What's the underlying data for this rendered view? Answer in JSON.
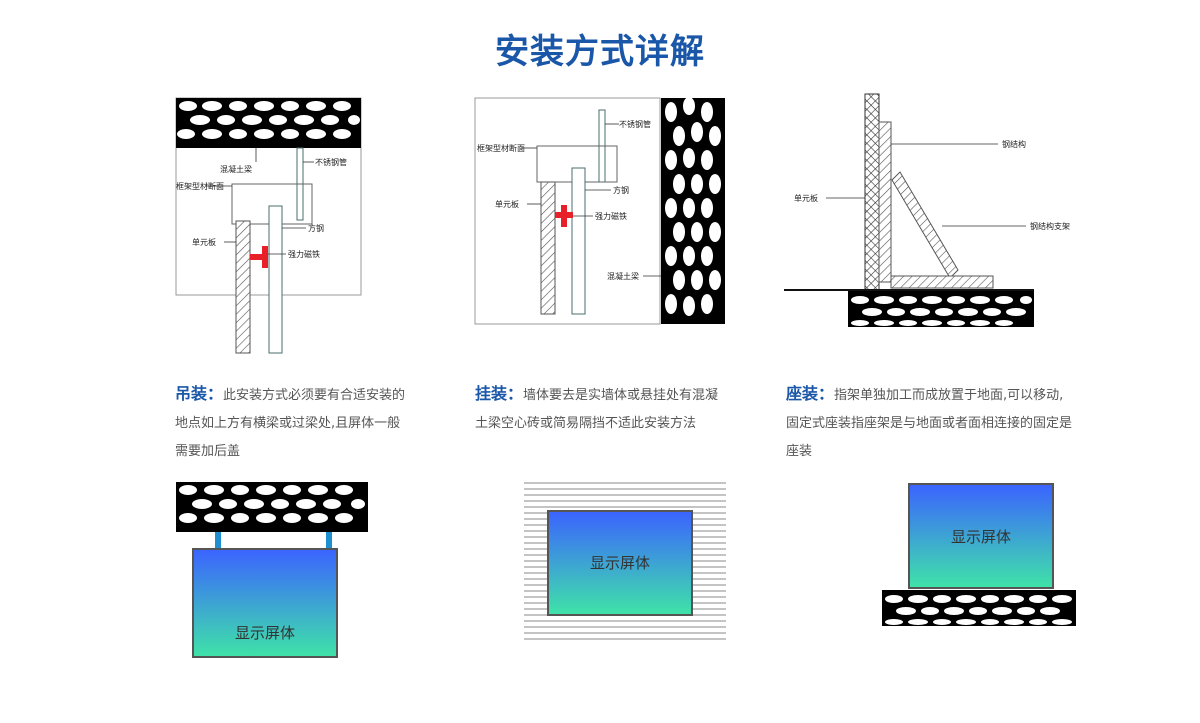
{
  "page": {
    "title": "安装方式详解"
  },
  "colors": {
    "title": "#1a57a8",
    "magnet": "#e8202a",
    "hanger": "#1f8fd0",
    "screen_top": "#3b63ff",
    "screen_bottom": "#3fe3a8"
  },
  "hanging": {
    "caption_title": "吊装：",
    "caption_text": "此安装方式必须要有合适安装的地点如上方有横梁或过梁处,且屏体一般需要加后盖",
    "labels": {
      "beam": "混凝土梁",
      "pipe": "不锈钢管",
      "frame": "框架型材断面",
      "steel": "方钢",
      "panel": "单元板",
      "magnet": "强力磁铁"
    },
    "screen": "显示屏体"
  },
  "wall": {
    "caption_title": "挂装：",
    "caption_text": "墙体要去是实墙体或悬挂处有混凝土梁空心砖或简易隔挡不适此安装方法",
    "labels": {
      "pipe": "不锈钢管",
      "frame": "框架型材断面",
      "steel": "方钢",
      "panel": "单元板",
      "magnet": "强力磁铁",
      "beam": "混凝土梁"
    },
    "screen": "显示屏体"
  },
  "seat": {
    "caption_title": "座装：",
    "caption_text": "指架单独加工而成放置于地面,可以移动,固定式座装指座架是与地面或者面相连接的固定是座装",
    "labels": {
      "structure": "钢结构",
      "panel": "单元板",
      "bracket": "钢结构支架"
    },
    "screen": "显示屏体"
  }
}
